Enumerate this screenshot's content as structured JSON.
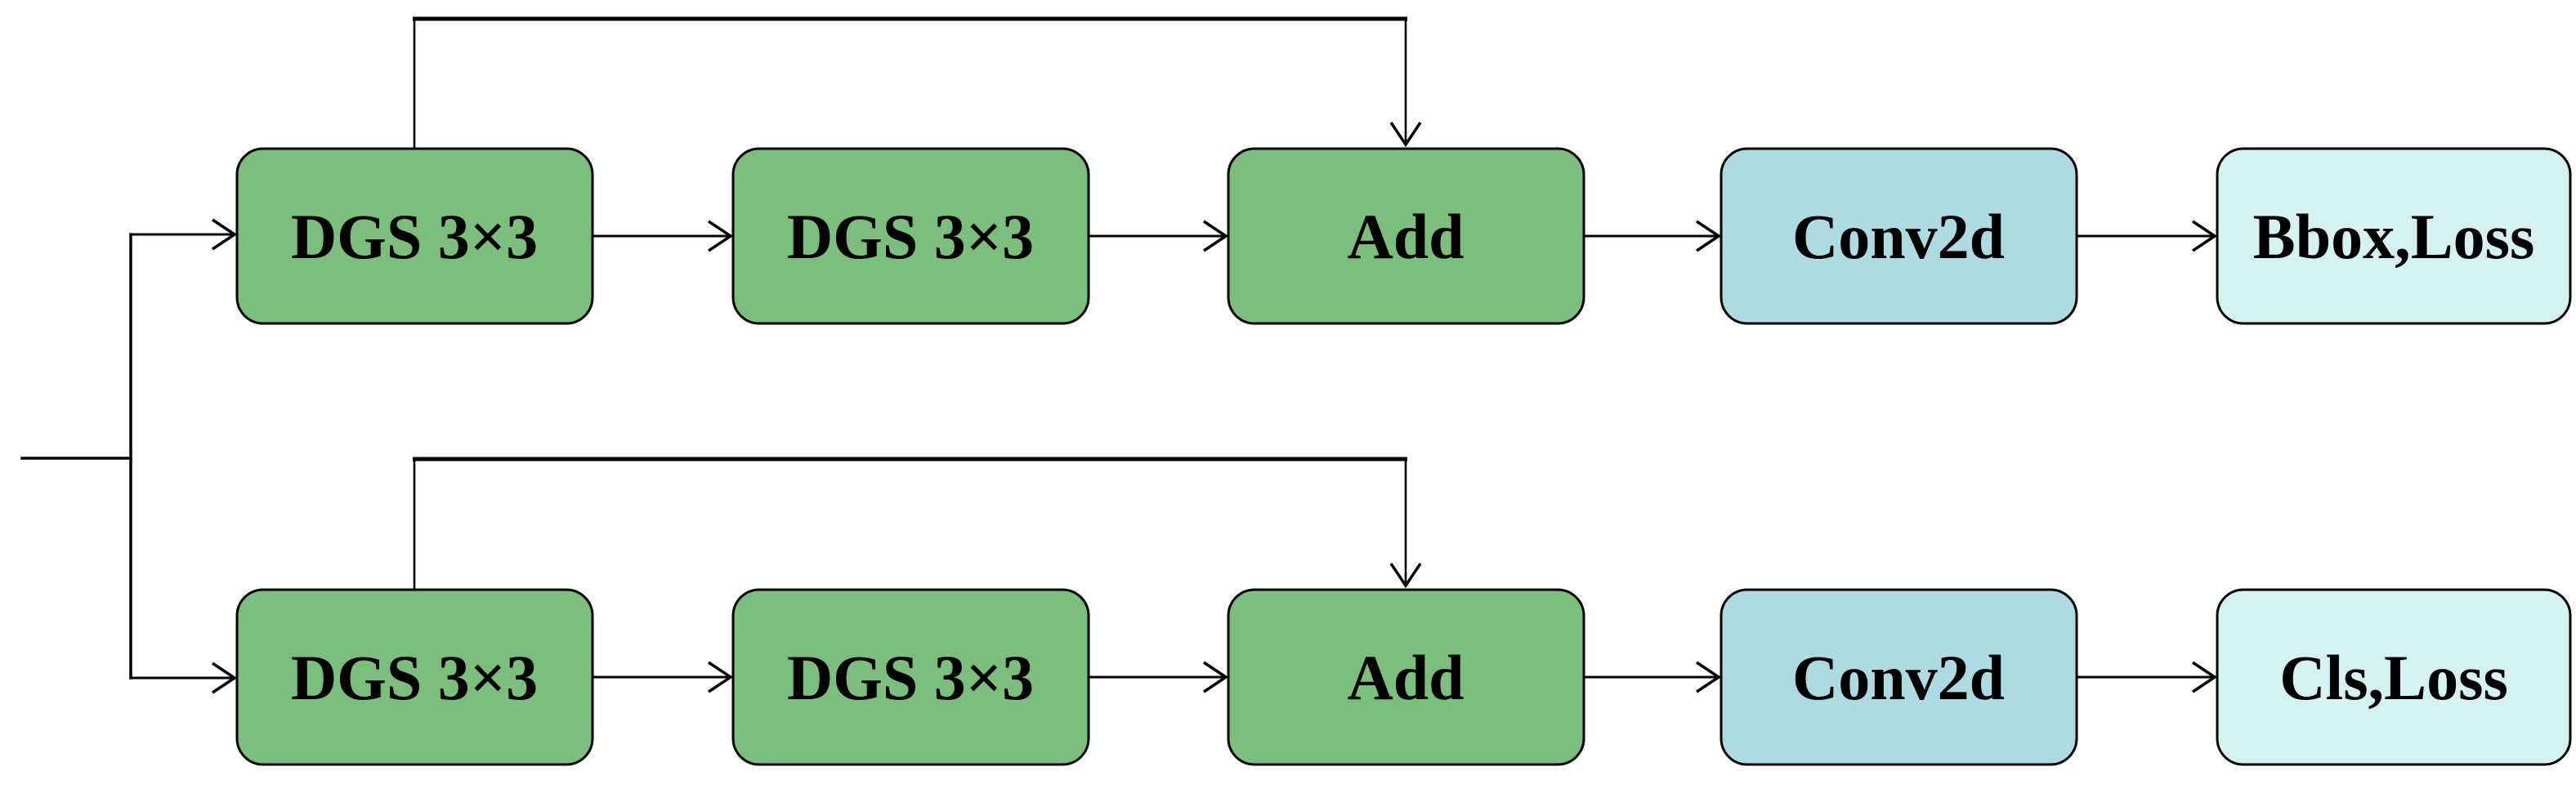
{
  "diagram": {
    "type": "flowchart",
    "background": "#ffffff",
    "colors": {
      "dgs_green": "#7cbe7c",
      "conv_blue": "#aedbe1",
      "loss_cyan": "#d5f2f0",
      "line_black": "#000000",
      "label_black": "#000000"
    },
    "rows": [
      {
        "id": "bbox-branch",
        "nodes": [
          {
            "label": "DGS 3×3",
            "type": "dgs"
          },
          {
            "label": "DGS 3×3",
            "type": "dgs"
          },
          {
            "label": "Add",
            "type": "dgs"
          },
          {
            "label": "Conv2d",
            "type": "conv"
          },
          {
            "label": "Bbox,Loss",
            "type": "loss"
          }
        ]
      },
      {
        "id": "cls-branch",
        "nodes": [
          {
            "label": "DGS 3×3",
            "type": "dgs"
          },
          {
            "label": "DGS 3×3",
            "type": "dgs"
          },
          {
            "label": "Add",
            "type": "dgs"
          },
          {
            "label": "Conv2d",
            "type": "conv"
          },
          {
            "label": "Cls,Loss",
            "type": "loss"
          }
        ]
      }
    ],
    "connections": {
      "input_fork": "input splits to both branches",
      "skip_top": "DGS#1 top-center to Add top (bbox branch)",
      "skip_bottom": "DGS#1 top-center to Add top (cls branch)"
    }
  }
}
